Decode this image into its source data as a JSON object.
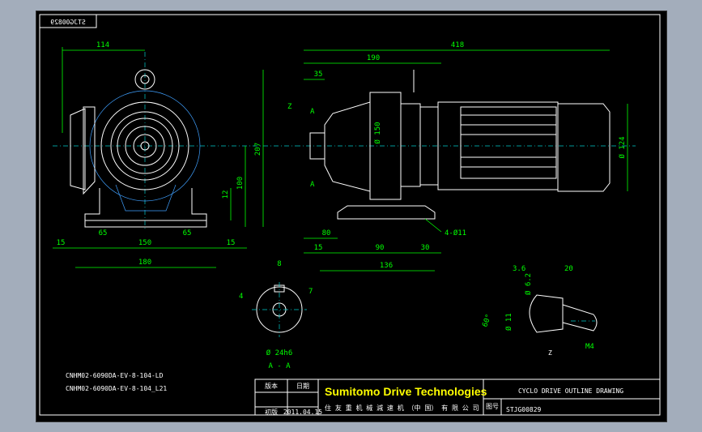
{
  "drawing": {
    "stamp_mirrored": "STJG00829",
    "models": [
      "CNHM02-6090DA-EV-8-104-LD",
      "CNHM02-6090DA-EV-8-104_L21"
    ],
    "section_label": "A - A",
    "detail_label": "Z",
    "cut_label": "A",
    "hole_callout": "4-Ø11"
  },
  "dimensions": {
    "front_width": "114",
    "front_height": "207",
    "front_shaft_h": "100",
    "front_d12": "12",
    "base_15_left": "15",
    "base_65_left": "65",
    "base_150": "150",
    "base_65_right": "65",
    "base_15_right": "15",
    "base_180": "180",
    "side_total": "418",
    "side_190": "190",
    "side_35": "35",
    "side_d150": "Ø 150",
    "side_d124": "Ø 124",
    "side_80": "80",
    "side_15": "15",
    "side_90": "90",
    "side_30": "30",
    "side_136": "136",
    "key_8": "8",
    "key_4": "4",
    "key_7": "7",
    "key_d": "Ø 24h6",
    "z_36": "3.6",
    "z_20": "20",
    "z_d62": "Ø 6.2",
    "z_d11": "Ø 11",
    "z_60": "60°",
    "z_m4": "M4"
  },
  "title_block": {
    "rev_label": "版本",
    "date_label": "日期",
    "issue_label": "初版",
    "issue_date": "2011.04.15",
    "brand": "Sumitomo Drive Technologies",
    "company_cn": "住 友 重 机 械 減 速 机 （中 国） 有 限 公 司",
    "drawing_title": "CYCLO DRIVE OUTLINE DRAWING",
    "no_label": "图号",
    "drawing_no": "STJG00829"
  },
  "colors": {
    "sheet": "#000000",
    "outline": "#ffffff",
    "dimension": "#00ff00",
    "centerline": "#00cccc",
    "brand_sumitomo": "#ffff00",
    "brand_drive": "#33ff33"
  }
}
